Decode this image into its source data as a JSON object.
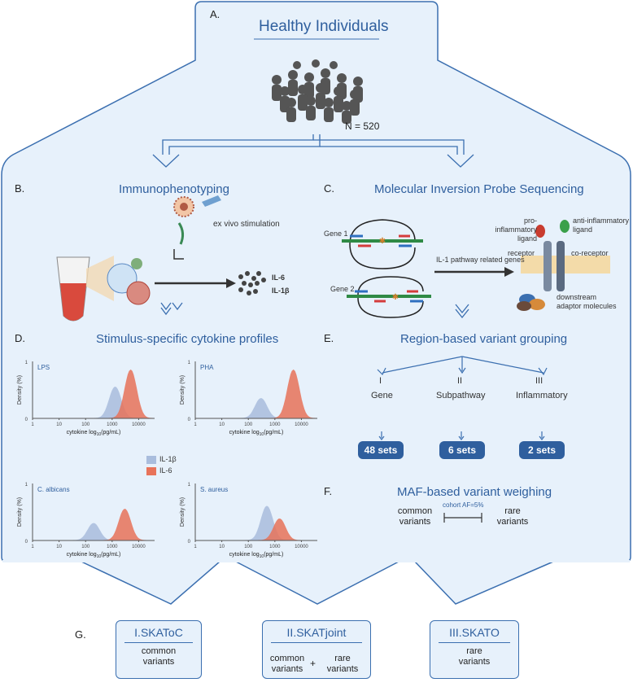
{
  "panel_a": {
    "letter": "A.",
    "title": "Healthy Individuals",
    "n": "N = 520"
  },
  "panel_b": {
    "letter": "B.",
    "title": "Immunophenotyping",
    "stim_label": "ex vivo stimulation",
    "cytokine_1": "IL-6",
    "cytokine_2": "IL-1β"
  },
  "panel_c": {
    "letter": "C.",
    "title": "Molecular Inversion Probe Sequencing",
    "gene1": "Gene 1",
    "gene2": "Gene 2",
    "arrow_label": "IL-1 pathway related genes",
    "pro_ligand": "pro-inflammatory ligand",
    "anti_ligand": "anti-inflammatory ligand",
    "receptor": "receptor",
    "co_receptor": "co-receptor",
    "adaptor": "downstream adaptor molecules"
  },
  "panel_d": {
    "letter": "D.",
    "title": "Stimulus-specific cytokine profiles",
    "ylabel": "Density (%)",
    "xlabel_prefix": "cytokine log",
    "xlabel_sub": "10",
    "xlabel_suffix": "(pg/mL)",
    "legend": [
      "IL-1β",
      "IL-6"
    ]
  },
  "panel_e": {
    "letter": "E.",
    "title": "Region-based variant grouping",
    "groups": [
      {
        "numeral": "I",
        "name": "Gene",
        "sets": "48 sets"
      },
      {
        "numeral": "II",
        "name": "Subpathway",
        "sets": "6 sets"
      },
      {
        "numeral": "III",
        "name": "Inflammatory",
        "sets": "2 sets"
      }
    ]
  },
  "panel_f": {
    "letter": "F.",
    "title": "MAF-based variant weighing",
    "common": "common variants",
    "threshold": "cohort AF=5%",
    "rare": "rare variants"
  },
  "panel_g": {
    "letter": "G.",
    "boxes": [
      {
        "title": "I.SKAToC",
        "line1": "common",
        "line2": "variants"
      },
      {
        "title": "II.SKATjoint",
        "left1": "common",
        "left2": "variants",
        "plus": "+",
        "right1": "rare",
        "right2": "variants"
      },
      {
        "title": "III.SKATO",
        "line1": "rare",
        "line2": "variants"
      }
    ]
  },
  "chart_data": [
    {
      "type": "area",
      "title": "LPS",
      "xticks": [
        "1",
        "10",
        "100",
        "1000",
        "10000"
      ],
      "yticks": [
        "0",
        "1"
      ],
      "series": [
        {
          "name": "IL-1β",
          "color": "#a9bddd",
          "peak_x": 1300,
          "peak_y": 0.55
        },
        {
          "name": "IL-6",
          "color": "#e8735a",
          "peak_x": 5000,
          "peak_y": 0.85
        }
      ]
    },
    {
      "type": "area",
      "title": "PHA",
      "xticks": [
        "1",
        "10",
        "100",
        "1000",
        "10000"
      ],
      "yticks": [
        "0",
        "1"
      ],
      "series": [
        {
          "name": "IL-1β",
          "color": "#a9bddd",
          "peak_x": 300,
          "peak_y": 0.35
        },
        {
          "name": "IL-6",
          "color": "#e8735a",
          "peak_x": 5000,
          "peak_y": 0.85
        }
      ]
    },
    {
      "type": "area",
      "title": "C. albicans",
      "xticks": [
        "1",
        "10",
        "100",
        "1000",
        "10000"
      ],
      "yticks": [
        "0",
        "1"
      ],
      "series": [
        {
          "name": "IL-1β",
          "color": "#a9bddd",
          "peak_x": 200,
          "peak_y": 0.3
        },
        {
          "name": "IL-6",
          "color": "#e8735a",
          "peak_x": 3000,
          "peak_y": 0.55
        }
      ]
    },
    {
      "type": "area",
      "title": "S. aureus",
      "xticks": [
        "1",
        "10",
        "100",
        "1000",
        "10000"
      ],
      "yticks": [
        "0",
        "1"
      ],
      "series": [
        {
          "name": "IL-1β",
          "color": "#a9bddd",
          "peak_x": 500,
          "peak_y": 0.6
        },
        {
          "name": "IL-6",
          "color": "#e8735a",
          "peak_x": 1500,
          "peak_y": 0.38
        }
      ]
    }
  ]
}
